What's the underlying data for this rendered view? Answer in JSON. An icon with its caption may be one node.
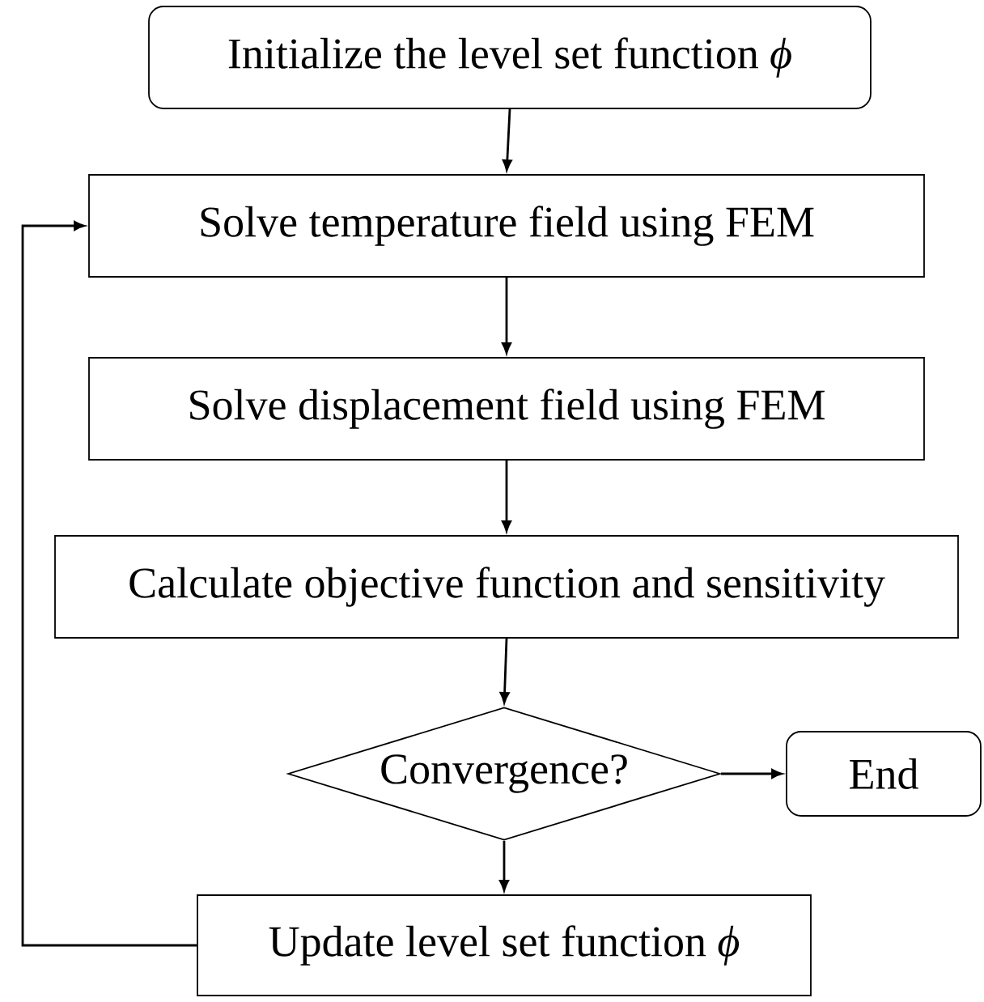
{
  "diagram": {
    "nodes": [
      {
        "text": [
          "Initialize the level set function *ϕ*"
        ]
      },
      {
        "text": [
          "Solve temperature field using FEM"
        ]
      },
      {
        "text": [
          "Solve displacement field using FEM"
        ]
      },
      {
        "text": [
          "Calculate objective function and sensitivity"
        ]
      },
      {
        "text": [
          "Convergence?"
        ]
      },
      {
        "text": [
          "End"
        ]
      },
      {
        "text": [
          "Update level set function *ϕ*"
        ]
      }
    ],
    "edges": [
      {
        "from": 0,
        "to": 1,
        "arrow": "to"
      },
      {
        "from": 1,
        "to": 2,
        "arrow": "to"
      },
      {
        "from": 2,
        "to": 3,
        "arrow": "to"
      },
      {
        "from": 3,
        "to": 4,
        "arrow": "to"
      },
      {
        "from": 4,
        "to": 5,
        "arrow": "to"
      },
      {
        "from": 4,
        "to": 6,
        "arrow": "to"
      },
      {
        "from": 6,
        "to": 1,
        "arrow": "to"
      }
    ]
  }
}
